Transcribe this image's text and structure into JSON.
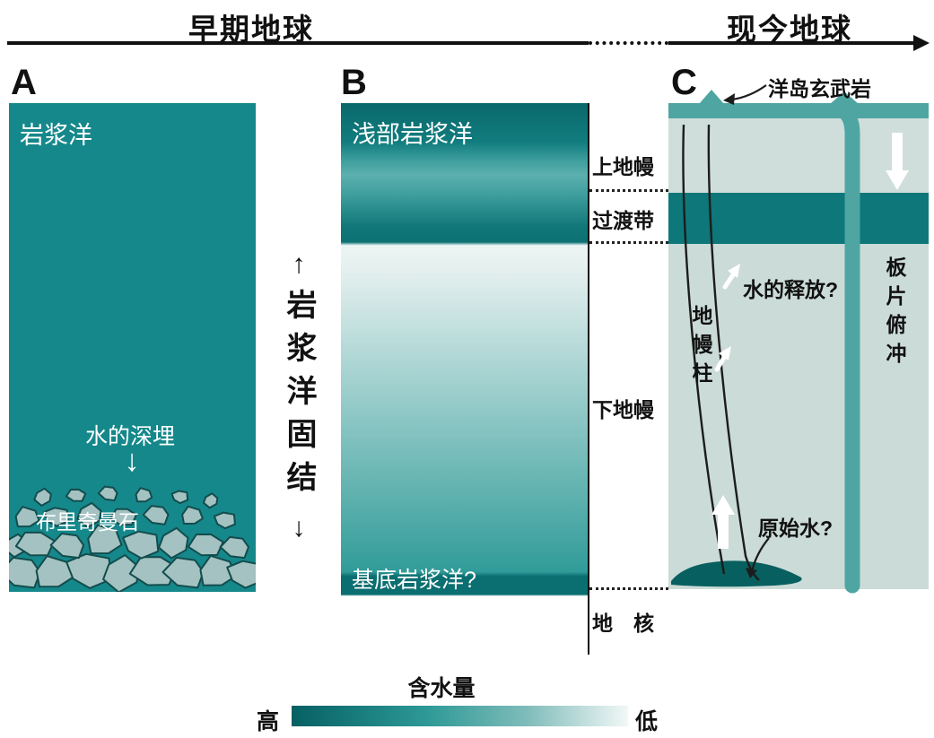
{
  "colors": {
    "magma_teal": "#15888b",
    "dark_teal": "#0b6e70",
    "band_teal": "#4fa5a2",
    "transition_teal": "#0e7779",
    "upper_mantle": "#cfdeda",
    "lower_mantle": "#cbdbd7",
    "basal_patch": "#07605f",
    "crystal_fill": "#a3c2c1",
    "crystal_stroke": "#134c4d",
    "ink": "#111111"
  },
  "header": {
    "early_earth_label": "早期地球",
    "present_earth_label": "现今地球"
  },
  "panel_a": {
    "letter": "A",
    "magma_ocean_label": "岩浆洋",
    "water_burial_label": "水的深埋",
    "down_arrow": "↓",
    "bridgmanite_label": "布里奇曼石"
  },
  "solidification": {
    "up_arrow": "↑",
    "label": "岩浆洋固结",
    "down_arrow": "↓"
  },
  "panel_b": {
    "letter": "B",
    "shallow_magma_ocean_label": "浅部岩浆洋",
    "basal_magma_ocean_label": "基底岩浆洋?"
  },
  "depth_labels": {
    "upper_mantle": "上地幔",
    "transition_zone": "过渡带",
    "lower_mantle": "下地幔",
    "core": "地　核"
  },
  "panel_c": {
    "letter": "C",
    "oib_label": "洋岛玄武岩",
    "mantle_plume_label": "地幔柱",
    "water_release_label": "水的释放?",
    "primordial_water_label": "原始水?",
    "slab_subduction_label": "板片俯冲"
  },
  "legend": {
    "title": "含水量",
    "high_label": "高",
    "low_label": "低"
  }
}
